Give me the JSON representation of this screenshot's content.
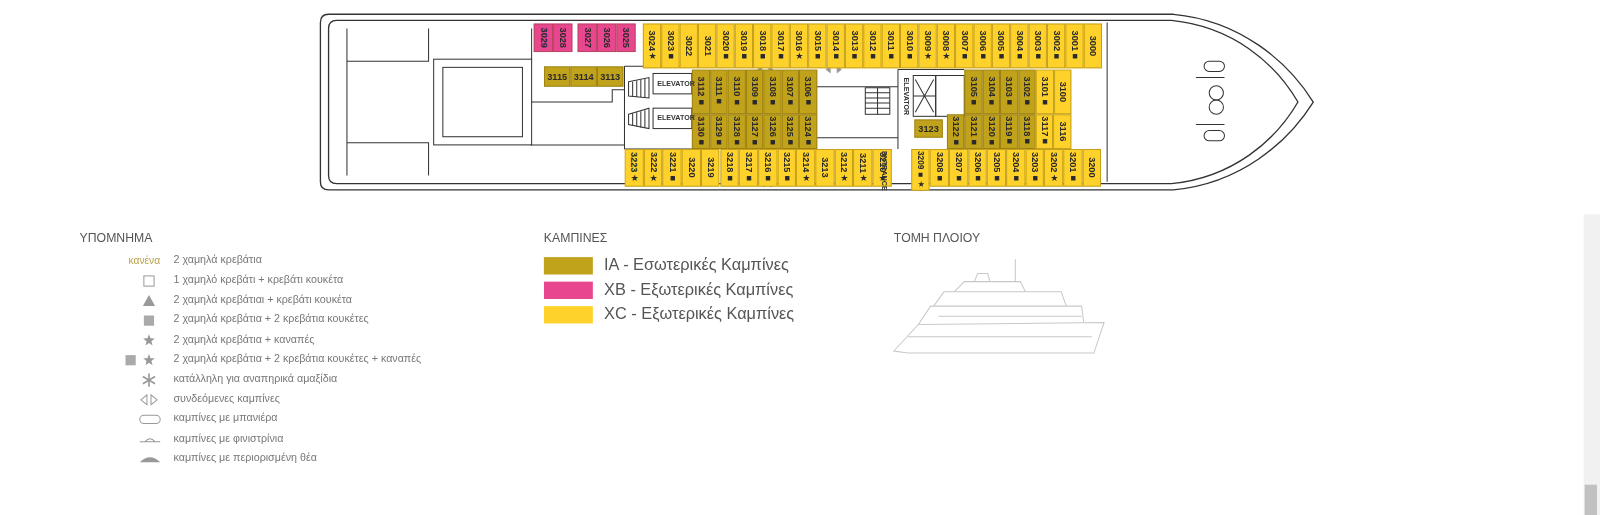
{
  "diagram": {
    "nodes": [
      {
        "text": [
          "3029"
        ]
      },
      {
        "text": [
          "3028"
        ]
      },
      {
        "text": [
          "3027"
        ]
      },
      {
        "text": [
          "3026"
        ]
      },
      {
        "text": [
          "3025"
        ]
      },
      {
        "text": [
          "3024★"
        ]
      },
      {
        "text": [
          "3023■"
        ]
      },
      {
        "text": [
          "3022"
        ]
      },
      {
        "text": [
          "3021"
        ]
      },
      {
        "text": [
          "3020■"
        ]
      },
      {
        "text": [
          "3019■"
        ]
      },
      {
        "text": [
          "3018■"
        ]
      },
      {
        "text": [
          "3017■"
        ]
      },
      {
        "text": [
          "3016★"
        ]
      },
      {
        "text": [
          "3015■"
        ]
      },
      {
        "text": [
          "3014■"
        ]
      },
      {
        "text": [
          "3013■"
        ]
      },
      {
        "text": [
          "3012■"
        ]
      },
      {
        "text": [
          "3011■"
        ]
      },
      {
        "text": [
          "3010■"
        ]
      },
      {
        "text": [
          "3009★"
        ]
      },
      {
        "text": [
          "3008★"
        ]
      },
      {
        "text": [
          "3007■"
        ]
      },
      {
        "text": [
          "3006■"
        ]
      },
      {
        "text": [
          "3005■"
        ]
      },
      {
        "text": [
          "3004■"
        ]
      },
      {
        "text": [
          "3003■"
        ]
      },
      {
        "text": [
          "3002■"
        ]
      },
      {
        "text": [
          "3001■"
        ]
      },
      {
        "text": [
          "3000"
        ]
      },
      {
        "text": [
          "3115"
        ]
      },
      {
        "text": [
          "3114"
        ]
      },
      {
        "text": [
          "3113"
        ]
      },
      {
        "text": [
          "3112■"
        ]
      },
      {
        "text": [
          "3111■"
        ]
      },
      {
        "text": [
          "3110■"
        ]
      },
      {
        "text": [
          "3109■"
        ]
      },
      {
        "text": [
          "3108■"
        ]
      },
      {
        "text": [
          "3107■"
        ]
      },
      {
        "text": [
          "3106■"
        ]
      },
      {
        "text": [
          "3105■"
        ]
      },
      {
        "text": [
          "3104■"
        ]
      },
      {
        "text": [
          "3103■"
        ]
      },
      {
        "text": [
          "3102■"
        ]
      },
      {
        "text": [
          "3101■"
        ]
      },
      {
        "text": [
          "3100"
        ]
      },
      {
        "text": [
          "3130■"
        ]
      },
      {
        "text": [
          "3129■"
        ]
      },
      {
        "text": [
          "3128■"
        ]
      },
      {
        "text": [
          "3127■"
        ]
      },
      {
        "text": [
          "3126■"
        ]
      },
      {
        "text": [
          "3125■"
        ]
      },
      {
        "text": [
          "3124■"
        ]
      },
      {
        "text": [
          "3123"
        ]
      },
      {
        "text": [
          "3122■"
        ]
      },
      {
        "text": [
          "3121■"
        ]
      },
      {
        "text": [
          "3120■"
        ]
      },
      {
        "text": [
          "3119■"
        ]
      },
      {
        "text": [
          "3118■"
        ]
      },
      {
        "text": [
          "3117■"
        ]
      },
      {
        "text": [
          "3116"
        ]
      },
      {
        "text": [
          "3223★"
        ]
      },
      {
        "text": [
          "3222★"
        ]
      },
      {
        "text": [
          "3221■"
        ]
      },
      {
        "text": [
          "3220"
        ]
      },
      {
        "text": [
          "3219"
        ]
      },
      {
        "text": [
          "3218■"
        ]
      },
      {
        "text": [
          "3217■"
        ]
      },
      {
        "text": [
          "3216■"
        ]
      },
      {
        "text": [
          "3215■"
        ]
      },
      {
        "text": [
          "3214★"
        ]
      },
      {
        "text": [
          "3213"
        ]
      },
      {
        "text": [
          "3212★"
        ]
      },
      {
        "text": [
          "3211★"
        ]
      },
      {
        "text": [
          "3210★"
        ]
      },
      {
        "text": [
          "3209■★"
        ]
      },
      {
        "text": [
          "3208■"
        ]
      },
      {
        "text": [
          "3207■"
        ]
      },
      {
        "text": [
          "3206■"
        ]
      },
      {
        "text": [
          "3205■"
        ]
      },
      {
        "text": [
          "3204■"
        ]
      },
      {
        "text": [
          "3203■"
        ]
      },
      {
        "text": [
          "3202★"
        ]
      },
      {
        "text": [
          "3201■"
        ]
      },
      {
        "text": [
          "3200"
        ]
      }
    ],
    "labels": [
      "ELEVATOR",
      "ELEVATOR",
      "ELEVATOR",
      "ENTRANCE",
      "ΥΠΟΜΝΗΜΑ",
      "κανένα",
      "ΚΑΜΠΙΝΕΣ",
      "ΤΟΜΗ ΠΛΟΙΟΥ"
    ],
    "legend": [
      {
        "text": "2 χαμηλά κρεβάτια"
      },
      {
        "text": "1 χαμηλό κρεβάτι + κρεβάτι κουκέτα"
      },
      {
        "text": "2 χαμηλά κρεβάτιαι + κρεβάτι κουκέτα"
      },
      {
        "text": "2 χαμηλά κρεβάτια + 2 κρεβάτια κουκέτες"
      },
      {
        "text": "2 χαμηλά κρεβάτια + καναπές"
      },
      {
        "text": "2 χαμηλά κρεβάτια + 2 κρεβάτια κουκέτες + καναπές"
      },
      {
        "text": "κατάλληλη για αναπηρικά αμαξίδια"
      },
      {
        "text": "συνδεόμενες καμπίνες"
      },
      {
        "text": "καμπίνες με μπανιέρα"
      },
      {
        "text": "καμπίνες με φινιστρίνια"
      },
      {
        "text": "καμπίνες με περιορισμένη θέα"
      },
      {
        "text": "IA - Εσωτερικές Καμπίνες",
        "color": "#c1a21b"
      },
      {
        "text": "XB - Εξωτερικές Καμπίνες",
        "color": "#e8468f"
      },
      {
        "text": "XC - Εξωτερικές Καμπίνες",
        "color": "#fed22a"
      }
    ]
  }
}
